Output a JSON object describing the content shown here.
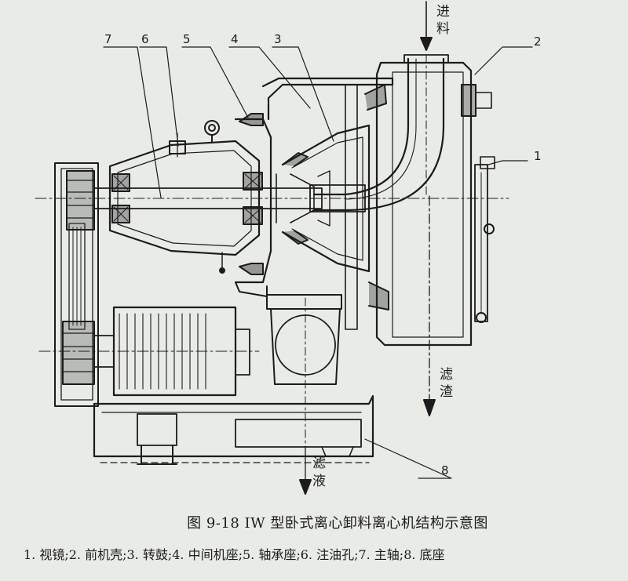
{
  "figure": {
    "caption": "图 9-18   IW 型卧式离心卸料离心机结构示意图",
    "legend": "1. 视镜;2. 前机壳;3. 转鼓;4. 中间机座;5. 轴承座;6. 注油孔;7. 主轴;8. 底座"
  },
  "flows": {
    "feed_top": "进",
    "feed_bottom": "料",
    "cake_top": "滤",
    "cake_bottom": "渣",
    "filtrate_top": "滤",
    "filtrate_bottom": "液"
  },
  "part_labels": {
    "p1": "1",
    "p2": "2",
    "p3": "3",
    "p4": "4",
    "p5": "5",
    "p6": "6",
    "p7": "7",
    "p8": "8"
  },
  "colors": {
    "ink": "#1c1c1c",
    "paper": "#e9ebe7"
  }
}
